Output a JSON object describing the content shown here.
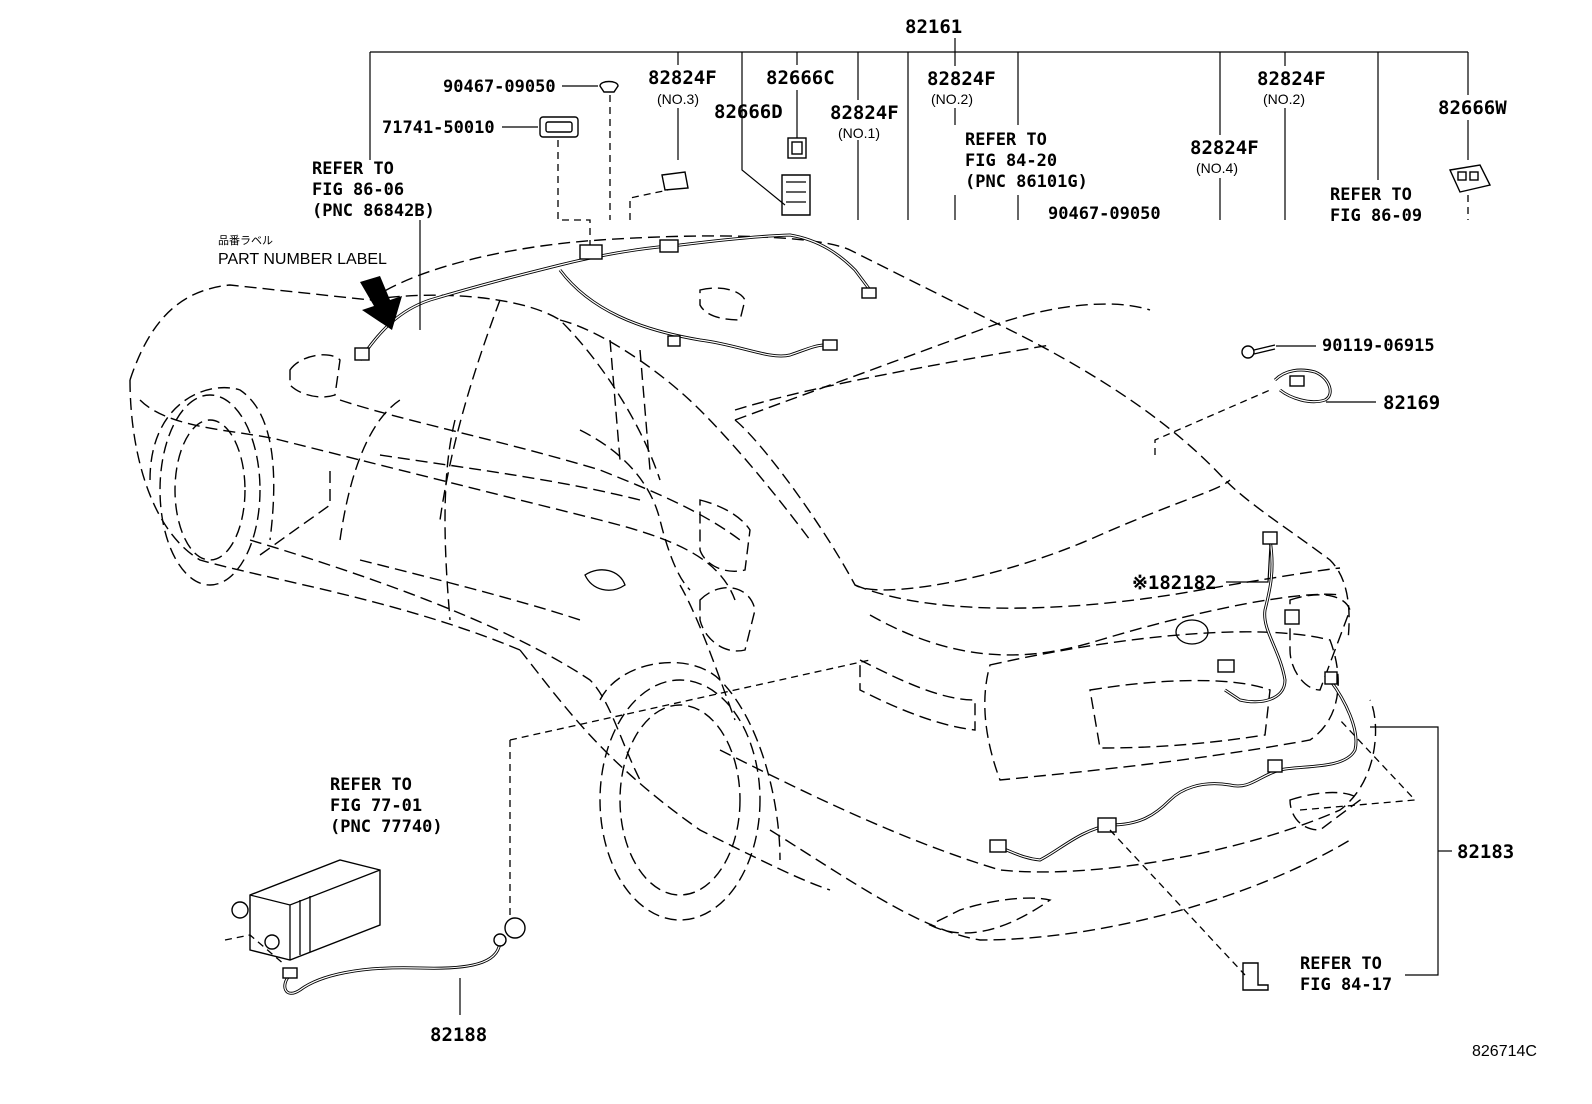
{
  "labels": {
    "main_harness": "82161",
    "bolt_a": "90467-09050",
    "clip": "71741-50010",
    "refer_86_06": [
      "REFER TO",
      "FIG 86-06",
      "(PNC 86842B)"
    ],
    "label_jp": "品番ラベル",
    "label_en": "PART NUMBER LABEL",
    "p82824f_no3": [
      "82824F",
      "(NO.3)"
    ],
    "p82666c": "82666C",
    "p82666d": "82666D",
    "p82824f_no1": [
      "82824F",
      "(NO.1)"
    ],
    "p82824f_no2a": [
      "82824F",
      "(NO.2)"
    ],
    "refer_84_20": [
      "REFER TO",
      "FIG 84-20",
      "(PNC 86101G)"
    ],
    "bolt_b": "90467-09050",
    "p82824f_no4": [
      "82824F",
      "(NO.4)"
    ],
    "p82824f_no2b": [
      "82824F",
      "(NO.2)"
    ],
    "refer_86_09": [
      "REFER TO",
      "FIG 86-09"
    ],
    "p82666w": "82666W",
    "screw": "90119-06915",
    "p82169": "82169",
    "p82182": "※182182",
    "p82183": "82183",
    "refer_84_17": [
      "REFER TO",
      "FIG 84-17"
    ],
    "refer_77_01": [
      "REFER TO",
      "FIG 77-01",
      "(PNC 77740)"
    ],
    "p82188": "82188",
    "illustration_id": "826714C"
  }
}
